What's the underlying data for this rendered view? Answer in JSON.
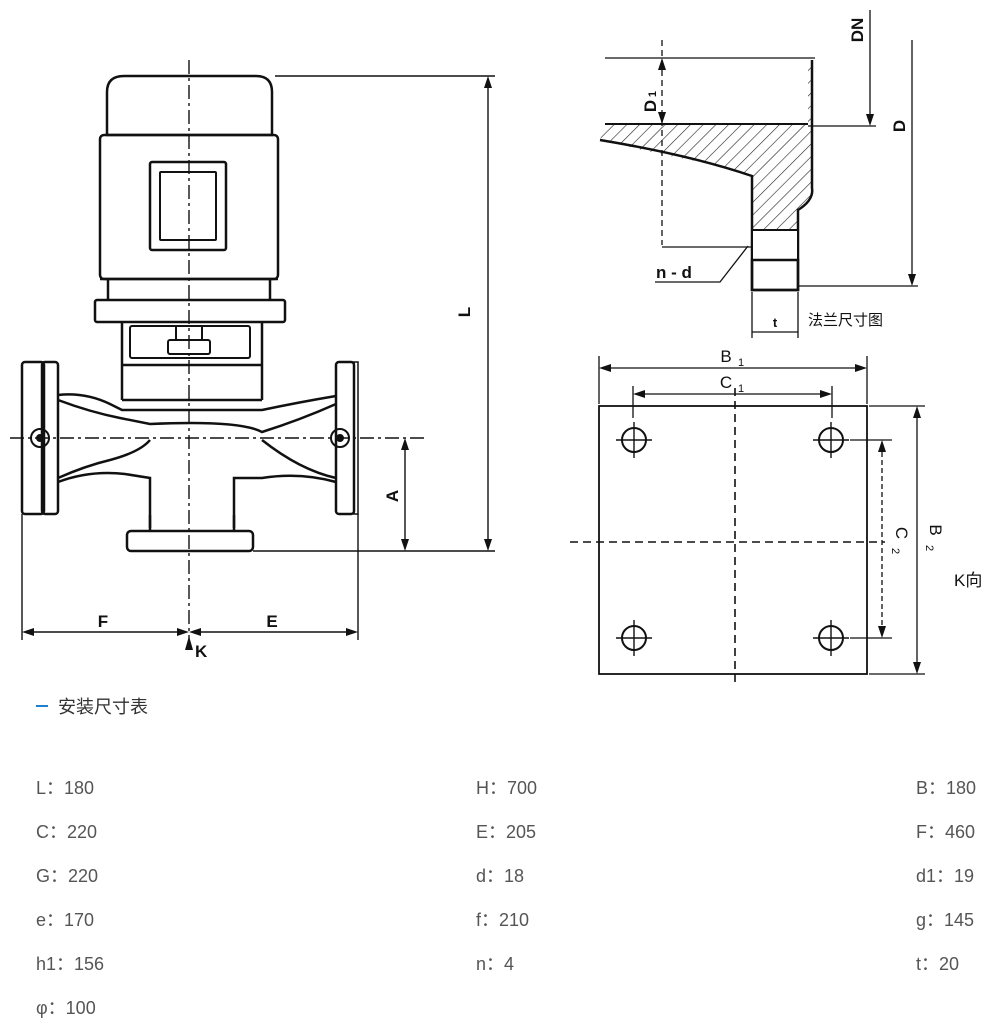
{
  "diagram": {
    "pump_labels": {
      "L": "L",
      "A": "A",
      "F": "F",
      "E": "E",
      "K": "K"
    },
    "flange_labels": {
      "DN": "DN",
      "D": "D",
      "D1": "D",
      "D1_sub": "1",
      "nd": "n - d",
      "t": "t",
      "caption": "法兰尺寸图"
    },
    "base_labels": {
      "B1": "B",
      "B1_sub": "1",
      "C1": "C",
      "C1_sub": "1",
      "C2": "C",
      "C2_sub": "2",
      "B2": "B",
      "B2_sub": "2",
      "view": "K向"
    }
  },
  "section": {
    "title": "安装尺寸表"
  },
  "specs": [
    [
      "L：180",
      "H：700",
      "B：180"
    ],
    [
      "C：220",
      "E：205",
      "F：460"
    ],
    [
      "G：220",
      "d：18",
      "d1：19"
    ],
    [
      "e：170",
      "f：210",
      "g：145"
    ],
    [
      "h1：156",
      "n：4",
      "t：20"
    ],
    [
      "φ：100"
    ]
  ]
}
